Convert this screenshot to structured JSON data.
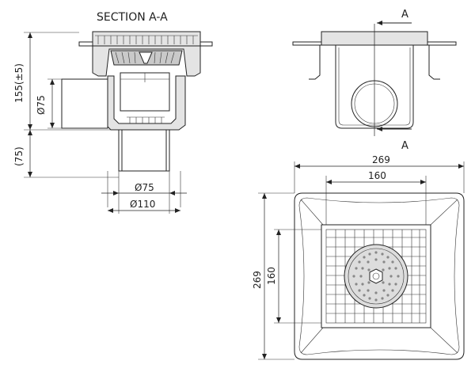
{
  "section_title": "SECTION A-A",
  "section_marker_top": "A",
  "section_marker_bottom": "A",
  "dimensions": {
    "height_body": "155(±5)",
    "outlet_diameter": "Ø75",
    "spigot_length": "(75)",
    "spigot_inner_diameter": "Ø75",
    "spigot_outer_diameter": "Ø110",
    "top_width": "269",
    "grate_width": "160",
    "top_height": "269",
    "grate_height": "160"
  }
}
